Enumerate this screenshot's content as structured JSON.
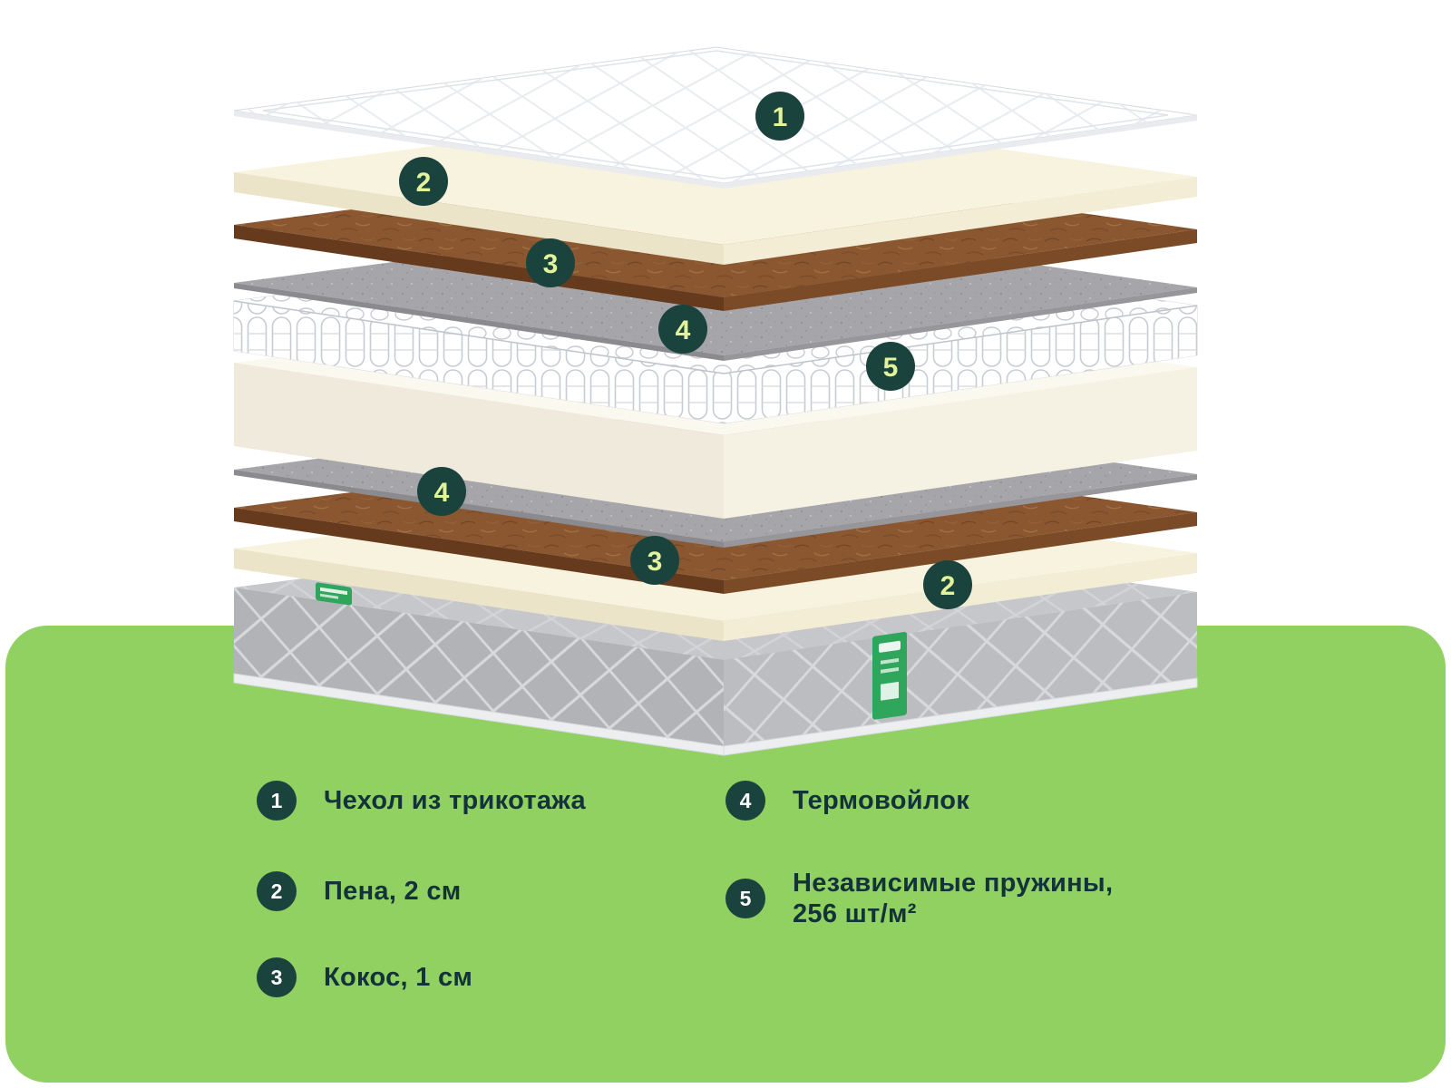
{
  "diagram": {
    "badges": [
      "1",
      "2",
      "3",
      "4",
      "5",
      "4",
      "3",
      "2"
    ]
  },
  "legend": {
    "items": [
      {
        "num": "1",
        "line1": "Чехол из трикотажа",
        "line2": ""
      },
      {
        "num": "2",
        "line1": "Пена, 2 см",
        "line2": ""
      },
      {
        "num": "3",
        "line1": "Кокос, 1 см",
        "line2": ""
      },
      {
        "num": "4",
        "line1": "Термовойлок",
        "line2": ""
      },
      {
        "num": "5",
        "line1": "Независимые пружины,",
        "line2": "256 шт/м²"
      }
    ]
  },
  "colors": {
    "panel_green": "#90d161",
    "badge_bg": "#1b433d",
    "badge_text": "#e3f39b",
    "legend_num": "#ffffff",
    "legend_text": "#13323a",
    "label_green": "#2fa65b",
    "cover_top": "#ffffff",
    "cover_side": "#e9ebee",
    "foam_top": "#f8f3df",
    "foam_left": "#ece4c8",
    "foam_right": "#f3edd6",
    "coco_top": "#8a5731",
    "coco_left": "#663a1c",
    "coco_right": "#7a4b26",
    "felt_top": "#a6a6aa",
    "felt_left": "#8b8b8f",
    "felt_right": "#97979b",
    "slab_top": "#fbf9ef",
    "slab_left": "#efeadb",
    "slab_right": "#f5f1e3",
    "base_top": "#c6c7ca",
    "base_left": "#b2b3b7",
    "base_right": "#bcbdc1",
    "tape": "#eceef0",
    "spring_fill": "#ffffff",
    "spring_shade": "#eef0f3"
  }
}
